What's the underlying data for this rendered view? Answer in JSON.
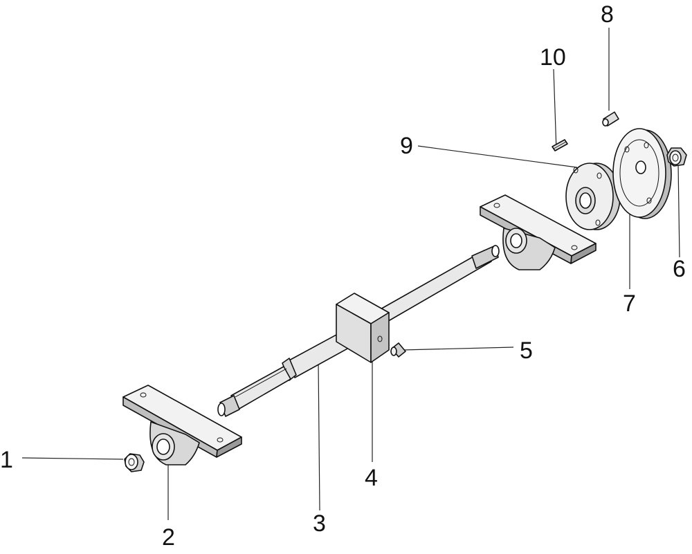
{
  "callouts": {
    "c1": "1",
    "c2": "2",
    "c3": "3",
    "c4": "4",
    "c5": "5",
    "c6": "6",
    "c7": "7",
    "c8": "8",
    "c9": "9",
    "c10": "10"
  },
  "colors": {
    "stroke": "#111111",
    "fill_light": "#f2f2f2",
    "fill_mid": "#d8d8d8",
    "fill_dark": "#9a9a9a",
    "background": "#ffffff"
  }
}
